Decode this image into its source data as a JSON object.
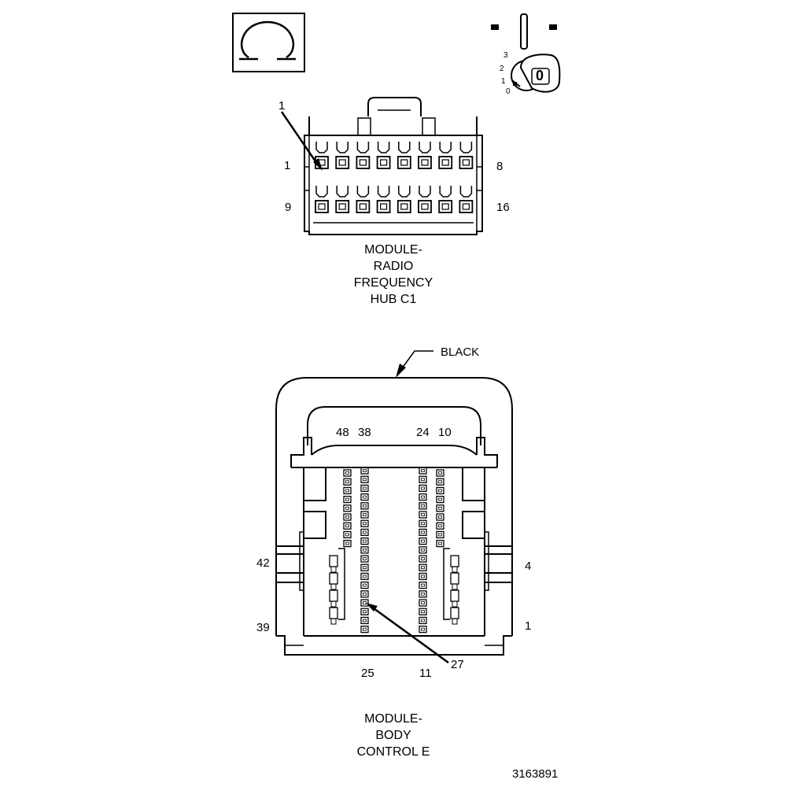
{
  "icons": {
    "ohm": "ohmmeter-omega-icon",
    "ignition": "ignition-key-switch-icon",
    "connector": "connector-pin-icon"
  },
  "ignition_switch": {
    "positions": [
      "3",
      "2",
      "1",
      "0"
    ],
    "key_label": "0"
  },
  "radio_connector": {
    "title_lines": [
      "MODULE-",
      "RADIO",
      "FREQUENCY",
      "HUB C1"
    ],
    "pin_labels": {
      "top_left": "1",
      "top_right": "8",
      "bottom_left": "9",
      "bottom_right": "16",
      "callout": "1"
    }
  },
  "bcm_connector": {
    "title_lines": [
      "MODULE-",
      "BODY",
      "CONTROL E"
    ],
    "color_label": "BLACK",
    "pin_labels": {
      "top": [
        "48",
        "38",
        "24",
        "10"
      ],
      "left_upper": "42",
      "left_lower": "39",
      "right_upper": "4",
      "right_lower": "1",
      "bottom_mid": "25",
      "bottom_right": "11",
      "callout": "27"
    }
  },
  "figure_number": "3163891"
}
